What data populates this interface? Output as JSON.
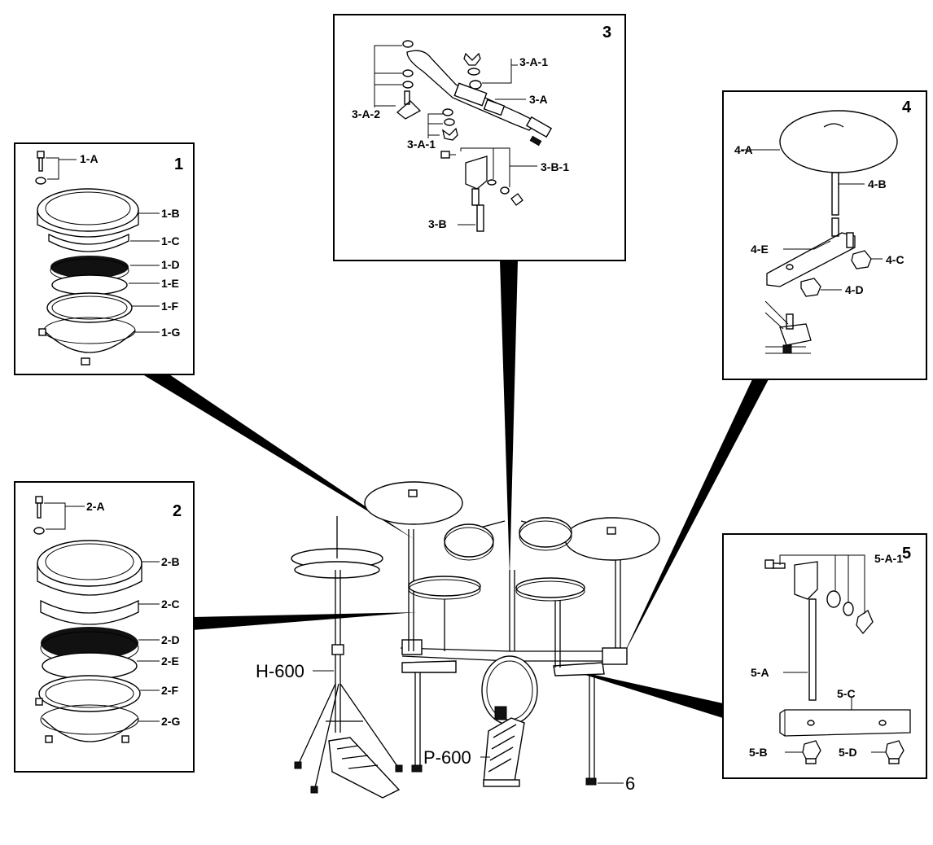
{
  "callouts": {
    "box1": {
      "number": "1",
      "labels": [
        "1-A",
        "1-B",
        "1-C",
        "1-D",
        "1-E",
        "1-F",
        "1-G"
      ]
    },
    "box2": {
      "number": "2",
      "labels": [
        "2-A",
        "2-B",
        "2-C",
        "2-D",
        "2-E",
        "2-F",
        "2-G"
      ]
    },
    "box3": {
      "number": "3",
      "labels": [
        "3-A-1",
        "3-A",
        "3-A-2",
        "3-A-1",
        "3-B-1",
        "3-B"
      ]
    },
    "box4": {
      "number": "4",
      "labels": [
        "4-A",
        "4-B",
        "4-E",
        "4-C",
        "4-D"
      ]
    },
    "box5": {
      "number": "5",
      "labels": [
        "5-A-1",
        "5-A",
        "5-C",
        "5-B",
        "5-D"
      ]
    }
  },
  "main": {
    "hihat_label": "H-600",
    "pedal_label": "P-600",
    "stand_label": "6"
  }
}
